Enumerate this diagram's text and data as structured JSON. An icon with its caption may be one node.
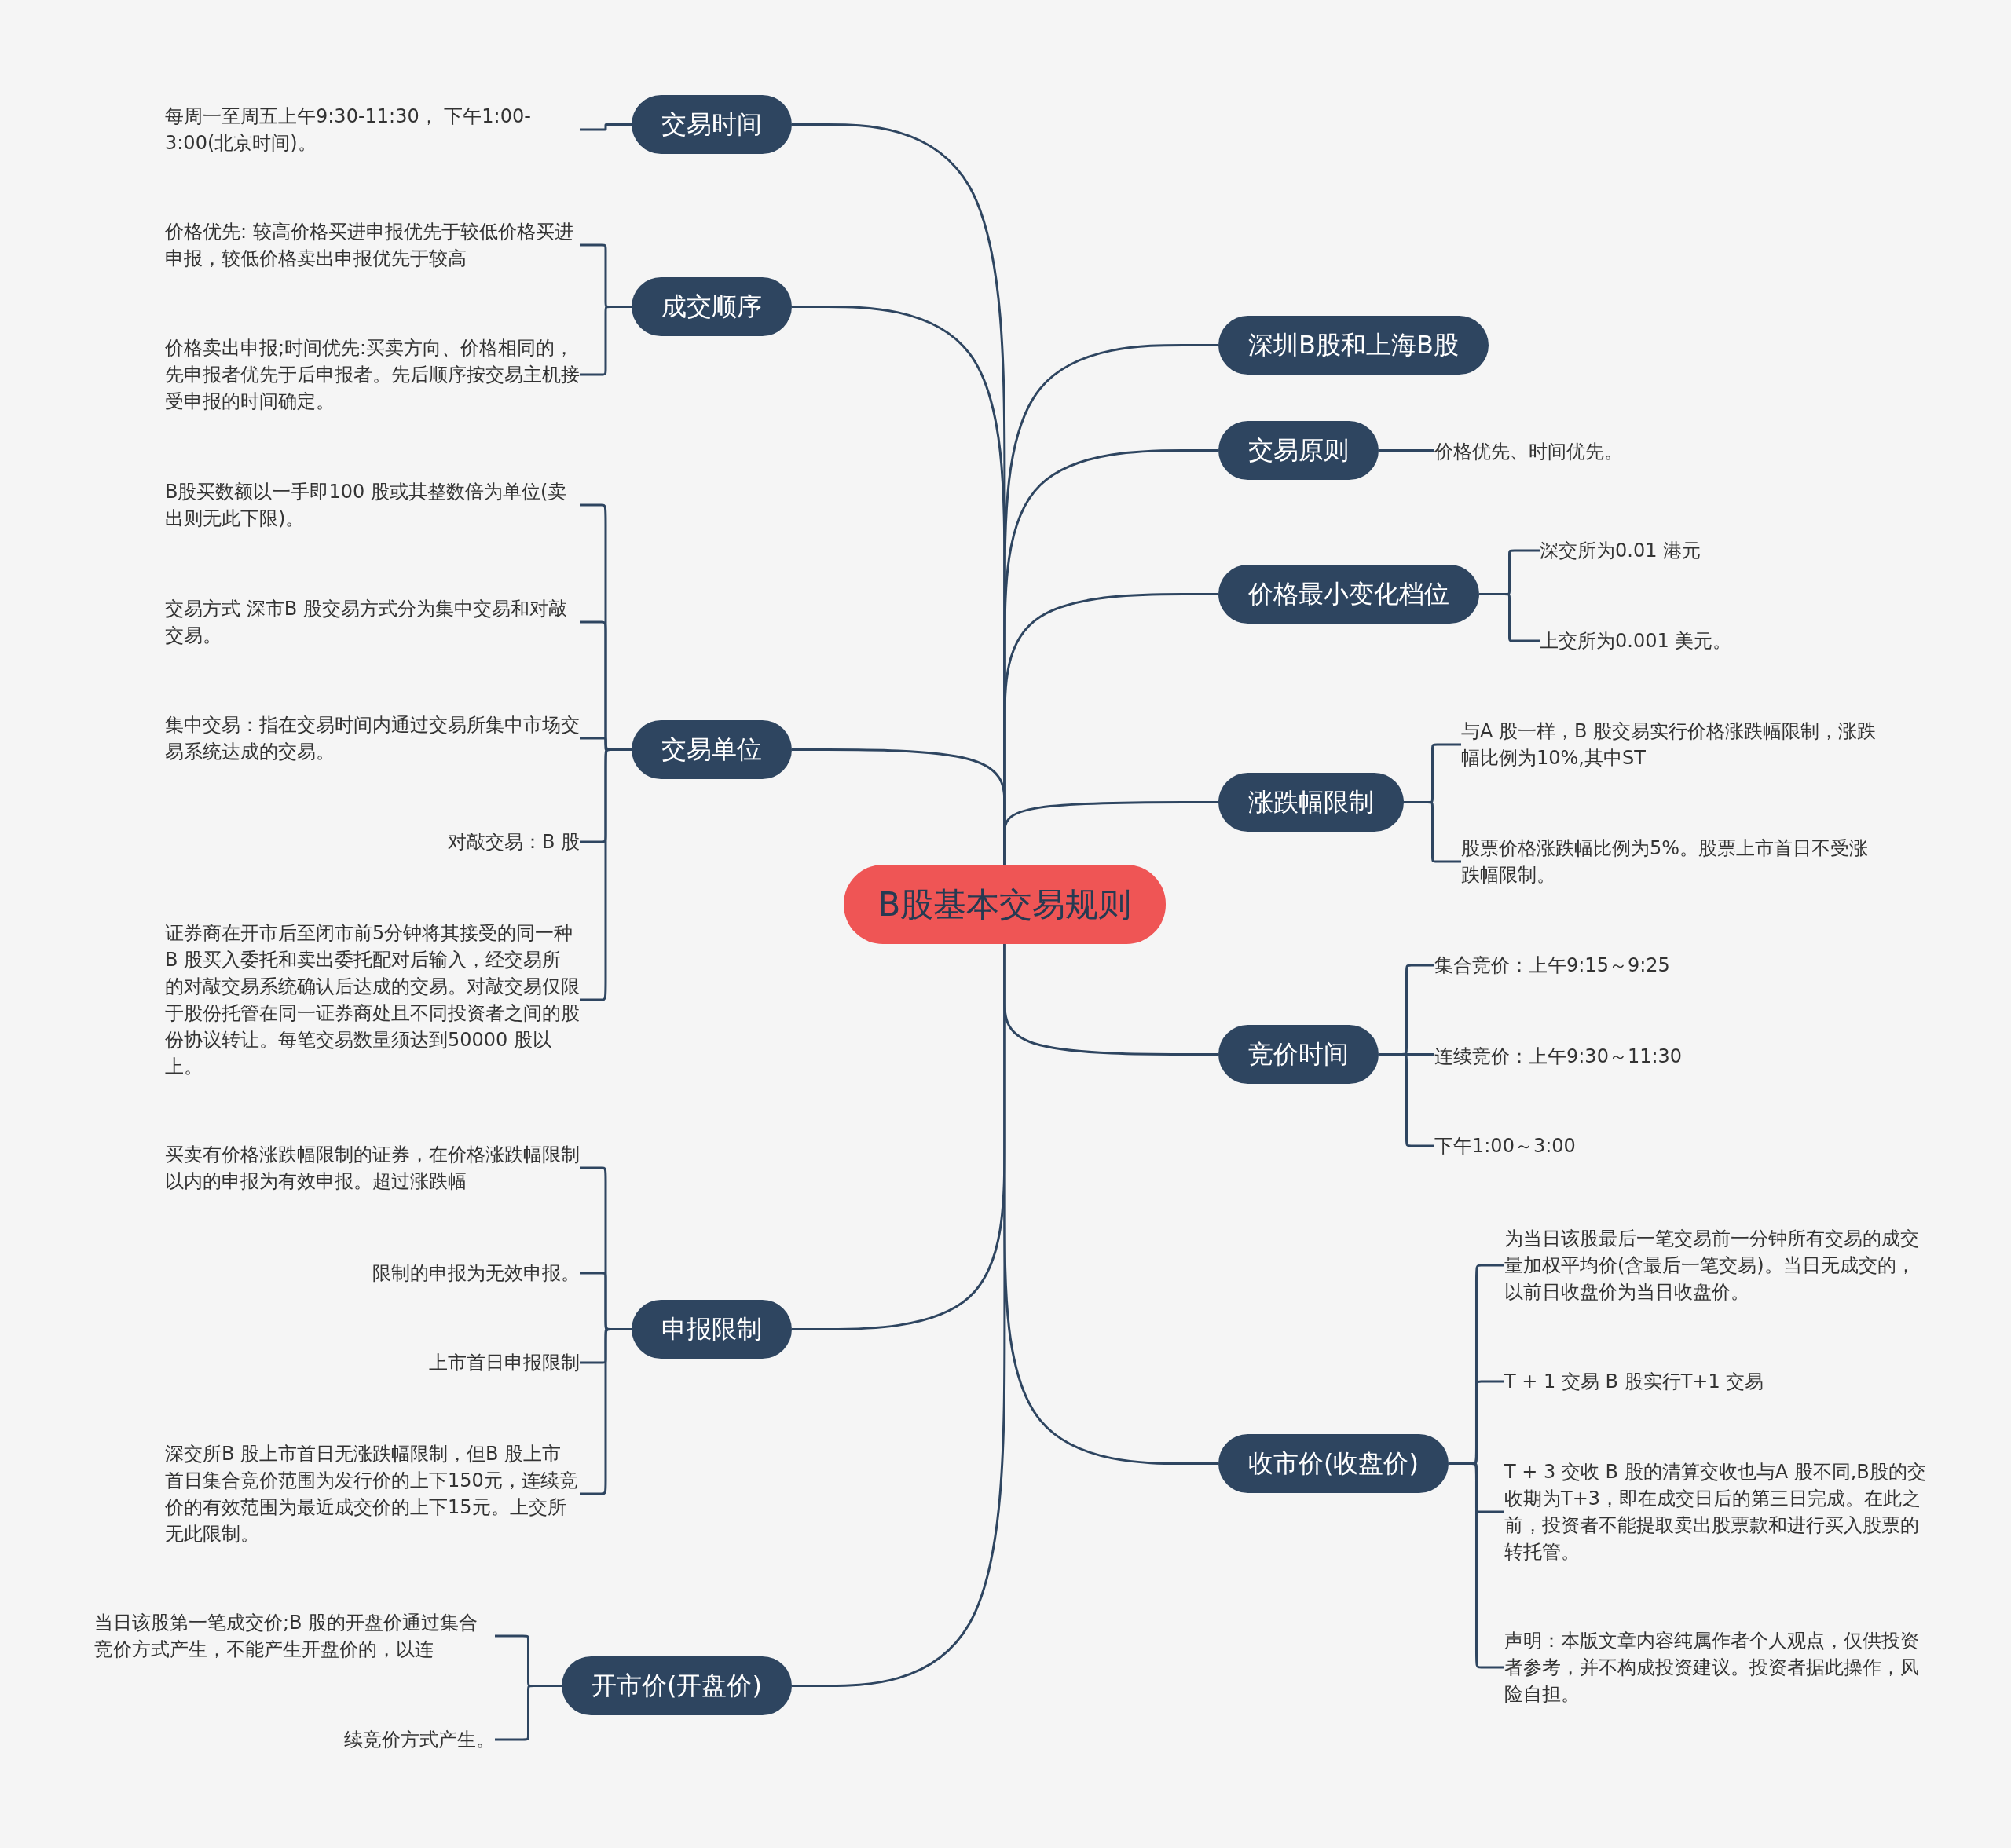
{
  "diagram": {
    "nodes": [
      {
        "text": [
          "B股基本交易规则"
        ]
      },
      {
        "text": [
          "交易时间"
        ]
      },
      {
        "text": [
          "每周一至周五上午9:30-11:30， 下午1:00-3:00(北京时间)。"
        ]
      },
      {
        "text": [
          "成交顺序"
        ]
      },
      {
        "text": [
          "价格优先: 较高价格买进申报优先于较低价格买进申报，较低价格卖出申报优先于较高"
        ]
      },
      {
        "text": [
          "价格卖出申报;时间优先:买卖方向、价格相同的，先申报者优先于后申报者。先后顺序按交易主机接受申报的时间确定。"
        ]
      },
      {
        "text": [
          "交易单位"
        ]
      },
      {
        "text": [
          "B股买数额以一手即100 股或其整数倍为单位(卖出则无此下限)。"
        ]
      },
      {
        "text": [
          "交易方式 深市B 股交易方式分为集中交易和对敲交易。"
        ]
      },
      {
        "text": [
          "集中交易：指在交易时间内通过交易所集中市场交易系统达成的交易。"
        ]
      },
      {
        "text": [
          "对敲交易：B 股"
        ]
      },
      {
        "text": [
          "证券商在开市后至闭市前5分钟将其接受的同一种B 股买入委托和卖出委托配对后输入，经交易所的对敲交易系统确认后达成的交易。对敲交易仅限于股份托管在同一证券商处且不同投资者之间的股份协议转让。每笔交易数量须达到50000 股以上。"
        ]
      },
      {
        "text": [
          "申报限制"
        ]
      },
      {
        "text": [
          "买卖有价格涨跌幅限制的证券，在价格涨跌幅限制以内的申报为有效申报。超过涨跌幅"
        ]
      },
      {
        "text": [
          "限制的申报为无效申报。"
        ]
      },
      {
        "text": [
          "上市首日申报限制"
        ]
      },
      {
        "text": [
          "深交所B 股上市首日无涨跌幅限制，但B 股上市首日集合竞价范围为发行价的上下150元，连续竞价的有效范围为最近成交价的上下15元。上交所无此限制。"
        ]
      },
      {
        "text": [
          "开市价(开盘价)"
        ]
      },
      {
        "text": [
          "当日该股第一笔成交价;B 股的开盘价通过集合竞价方式产生，不能产生开盘价的，以连"
        ]
      },
      {
        "text": [
          "续竞价方式产生。"
        ]
      },
      {
        "text": [
          "深圳B股和上海B股"
        ]
      },
      {
        "text": [
          "交易原则"
        ]
      },
      {
        "text": [
          "价格优先、时间优先。"
        ]
      },
      {
        "text": [
          "价格最小变化档位"
        ]
      },
      {
        "text": [
          "深交所为0.01 港元"
        ]
      },
      {
        "text": [
          "上交所为0.001 美元。"
        ]
      },
      {
        "text": [
          "涨跌幅限制"
        ]
      },
      {
        "text": [
          "与A 股一样，B 股交易实行价格涨跌幅限制，涨跌幅比例为10%,其中ST"
        ]
      },
      {
        "text": [
          "股票价格涨跌幅比例为5%。股票上市首日不受涨跌幅限制。"
        ]
      },
      {
        "text": [
          "竞价时间"
        ]
      },
      {
        "text": [
          "集合竞价：上午9:15～9:25"
        ]
      },
      {
        "text": [
          "连续竞价：上午9:30～11:30"
        ]
      },
      {
        "text": [
          "下午1:00～3:00"
        ]
      },
      {
        "text": [
          "收市价(收盘价)"
        ]
      },
      {
        "text": [
          "为当日该股最后一笔交易前一分钟所有交易的成交量加权平均价(含最后一笔交易)。当日无成交的，以前日收盘价为当日收盘价。"
        ]
      },
      {
        "text": [
          "T + 1 交易 B 股实行T+1 交易"
        ]
      },
      {
        "text": [
          "T + 3 交收 B 股的清算交收也与A 股不同,B股的交收期为T+3，即在成交日后的第三日完成。在此之前，投资者不能提取卖出股票款和进行买入股票的转托管。"
        ]
      },
      {
        "text": [
          "声明：本版文章内容纯属作者个人观点，仅供投资者参考，并不构成投资建议。投资者据此操作，风险自担。"
        ]
      }
    ],
    "edges": [
      {
        "from": 0,
        "to": 1,
        "arrow": "none"
      },
      {
        "from": 1,
        "to": 2,
        "arrow": "none"
      },
      {
        "from": 0,
        "to": 3,
        "arrow": "none"
      },
      {
        "from": 3,
        "to": 4,
        "arrow": "none"
      },
      {
        "from": 3,
        "to": 5,
        "arrow": "none"
      },
      {
        "from": 0,
        "to": 6,
        "arrow": "none"
      },
      {
        "from": 6,
        "to": 7,
        "arrow": "none"
      },
      {
        "from": 6,
        "to": 8,
        "arrow": "none"
      },
      {
        "from": 6,
        "to": 9,
        "arrow": "none"
      },
      {
        "from": 6,
        "to": 10,
        "arrow": "none"
      },
      {
        "from": 6,
        "to": 11,
        "arrow": "none"
      },
      {
        "from": 0,
        "to": 12,
        "arrow": "none"
      },
      {
        "from": 12,
        "to": 13,
        "arrow": "none"
      },
      {
        "from": 12,
        "to": 14,
        "arrow": "none"
      },
      {
        "from": 12,
        "to": 15,
        "arrow": "none"
      },
      {
        "from": 12,
        "to": 16,
        "arrow": "none"
      },
      {
        "from": 0,
        "to": 17,
        "arrow": "none"
      },
      {
        "from": 17,
        "to": 18,
        "arrow": "none"
      },
      {
        "from": 17,
        "to": 19,
        "arrow": "none"
      },
      {
        "from": 0,
        "to": 20,
        "arrow": "none"
      },
      {
        "from": 0,
        "to": 21,
        "arrow": "none"
      },
      {
        "from": 21,
        "to": 22,
        "arrow": "none"
      },
      {
        "from": 0,
        "to": 23,
        "arrow": "none"
      },
      {
        "from": 23,
        "to": 24,
        "arrow": "none"
      },
      {
        "from": 23,
        "to": 25,
        "arrow": "none"
      },
      {
        "from": 0,
        "to": 26,
        "arrow": "none"
      },
      {
        "from": 26,
        "to": 27,
        "arrow": "none"
      },
      {
        "from": 26,
        "to": 28,
        "arrow": "none"
      },
      {
        "from": 0,
        "to": 29,
        "arrow": "none"
      },
      {
        "from": 29,
        "to": 30,
        "arrow": "none"
      },
      {
        "from": 29,
        "to": 31,
        "arrow": "none"
      },
      {
        "from": 29,
        "to": 32,
        "arrow": "none"
      },
      {
        "from": 0,
        "to": 33,
        "arrow": "none"
      },
      {
        "from": 33,
        "to": 34,
        "arrow": "none"
      },
      {
        "from": 33,
        "to": 35,
        "arrow": "none"
      },
      {
        "from": 33,
        "to": 36,
        "arrow": "none"
      },
      {
        "from": 33,
        "to": 37,
        "arrow": "none"
      }
    ]
  }
}
